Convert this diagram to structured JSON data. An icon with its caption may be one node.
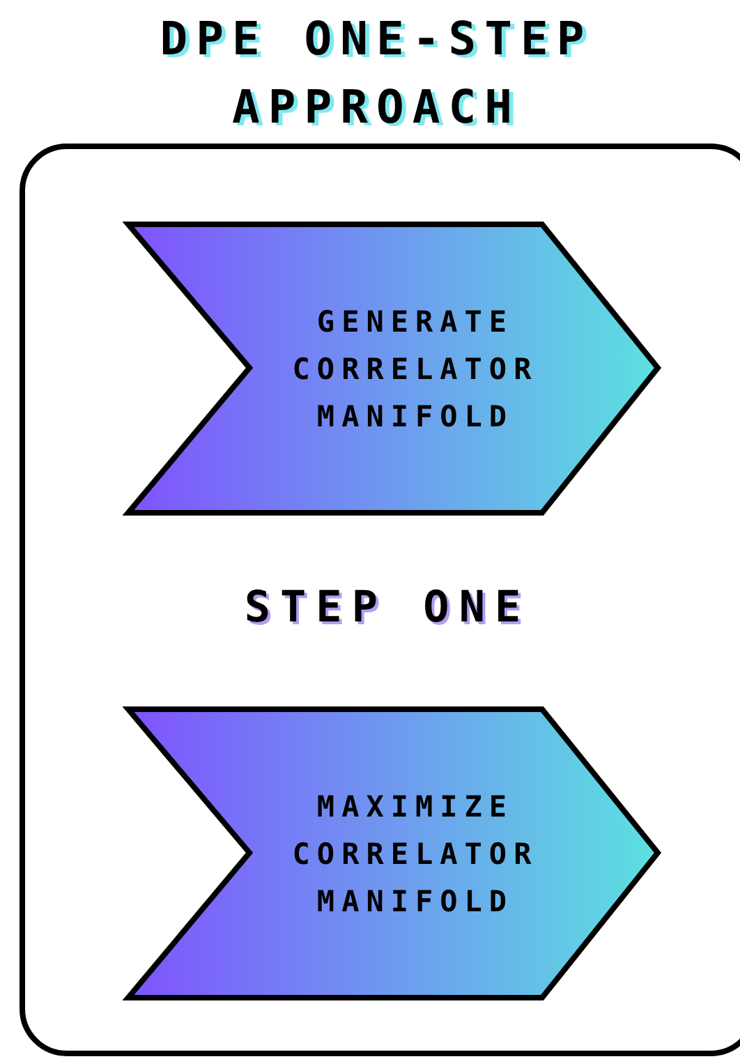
{
  "diagram": {
    "title": "DPE ONE-STEP APPROACH",
    "nodes": [
      {
        "text": [
          "STEP ONE"
        ]
      },
      {
        "text": [
          "GENERATE CORRELATOR MANIFOLD"
        ],
        "in": 0
      },
      {
        "text": [
          "MAXIMIZE CORRELATOR MANIFOLD"
        ],
        "in": 0
      }
    ]
  }
}
